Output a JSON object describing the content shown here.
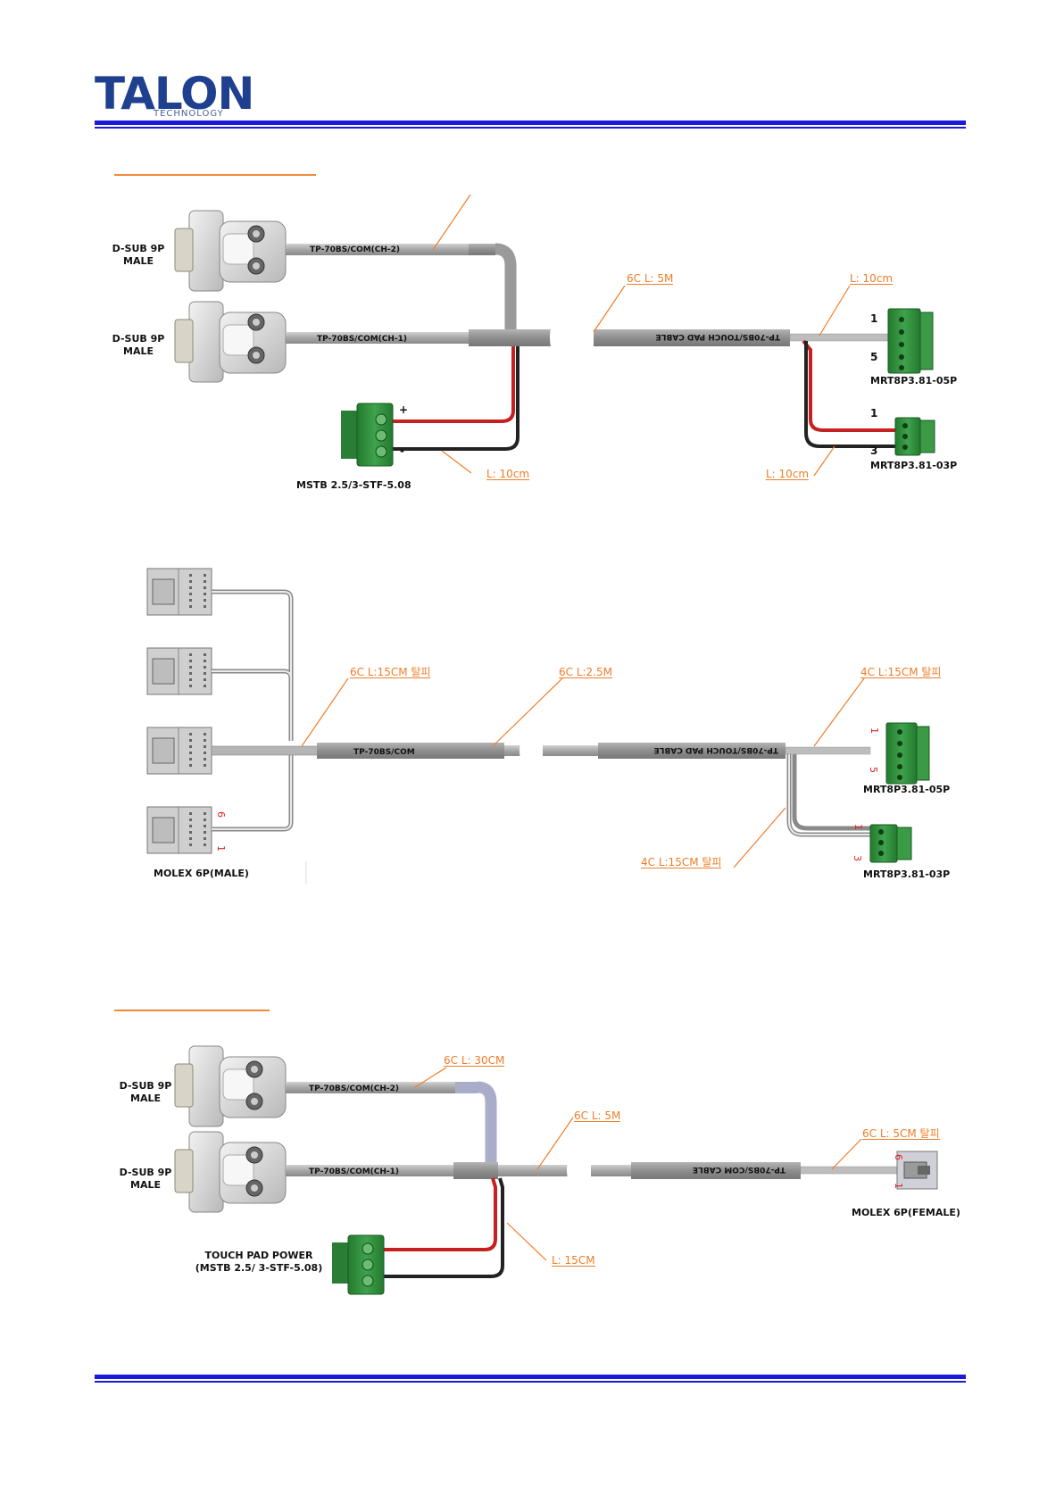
{
  "header": {
    "logo_text": "TALON",
    "logo_subtext": "TECHNOLOGY"
  },
  "colors": {
    "rule": "#1a1adc",
    "leader": "#f07d28",
    "connector_green": "#2e8b3a",
    "cable_gray": "#a8a8a8"
  },
  "diagram1": {
    "dsub_top": "D-SUB 9P\nMALE",
    "dsub_bottom": "D-SUB 9P\nMALE",
    "cable_ch2": "TP-70BS/COM(CH-2)",
    "cable_ch1": "TP-70BS/COM(CH-1)",
    "main_cable": "TP-70BS/TOUCH PAD CABLE",
    "len_main": "6C L: 5M",
    "len_right": "L: 10cm",
    "len_power": "L: 10cm",
    "len_lower_right": "L: 10cm",
    "power_plus": "+",
    "power_minus": "-",
    "power_connector": "MSTB 2.5/3-STF-5.08",
    "conn5_pin_first": "1",
    "conn5_pin_last": "5",
    "conn5_name": "MRT8P3.81-05P",
    "conn3_pin_first": "1",
    "conn3_pin_last": "3",
    "conn3_name": "MRT8P3.81-03P"
  },
  "diagram2": {
    "len_left": "6C L:15CM 탈피",
    "len_main": "6C L:2.5M",
    "len_right": "4C L:15CM 탈피",
    "len_lower": "4C L:15CM 탈피",
    "cable_left": "TP-70BS/COM",
    "main_cable": "TP-70BS/TOUCH PAD CABLE",
    "molex_pin_top": "6",
    "molex_pin_bottom": "1",
    "molex_name": "MOLEX 6P(MALE)",
    "conn5_pin_first": "1",
    "conn5_pin_last": "5",
    "conn5_name": "MRT8P3.81-05P",
    "conn3_pin_first": "1",
    "conn3_pin_last": "3",
    "conn3_name": "MRT8P3.81-03P"
  },
  "diagram3": {
    "dsub_top": "D-SUB 9P\nMALE",
    "dsub_bottom": "D-SUB 9P\nMALE",
    "cable_ch2": "TP-70BS/COM(CH-2)",
    "cable_ch1": "TP-70BS/COM(CH-1)",
    "len_ch2": "6C L: 30CM",
    "len_main": "6C L: 5M",
    "main_cable": "TP-70BS/COM CABLE",
    "len_end": "6C L: 5CM 탈피",
    "molex_female": "MOLEX 6P(FEMALE)",
    "molex_pin_top": "6",
    "molex_pin_bottom": "1",
    "power_name": "TOUCH PAD POWER\n(MSTB 2.5/ 3-STF-5.08)",
    "len_power": "L: 15CM"
  }
}
